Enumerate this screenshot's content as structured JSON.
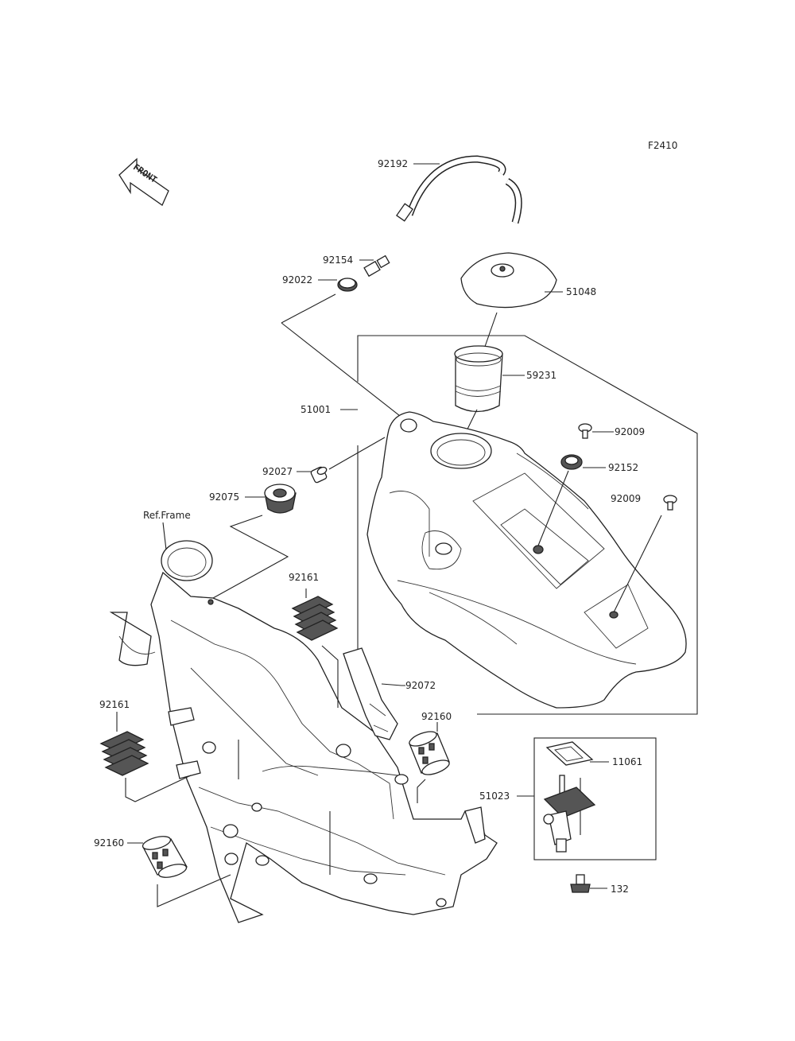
{
  "diagram_code": "F2410",
  "front_arrow_text": "FRONT",
  "ref_frame_label": "Ref.Frame",
  "parts": {
    "p92192": "92192",
    "p92154": "92154",
    "p92022": "92022",
    "p51048": "51048",
    "p59231": "59231",
    "p51001": "51001",
    "p92009a": "92009",
    "p92152": "92152",
    "p92009b": "92009",
    "p92027": "92027",
    "p92075": "92075",
    "p92161a": "92161",
    "p92072": "92072",
    "p92161b": "92161",
    "p92160a": "92160",
    "p11061": "11061",
    "p51023": "51023",
    "p92160b": "92160",
    "p132": "132"
  }
}
